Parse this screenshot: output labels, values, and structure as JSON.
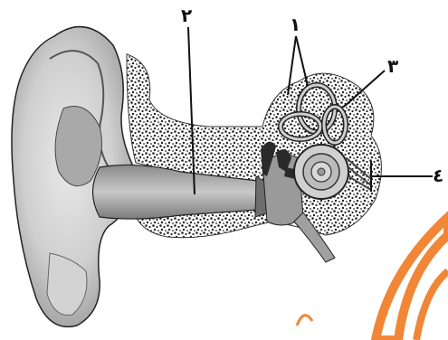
{
  "labels": {
    "l1": "١",
    "l2": "٢",
    "l3": "٣",
    "l4": "٤"
  },
  "watermark": {
    "color": "#f07a22"
  },
  "colors": {
    "outline": "#222222",
    "skin": "#d9d9d9",
    "skin_shade": "#b8b8b8",
    "canal": "#bdbdbd",
    "bone_stipple": "#2a2a2a"
  }
}
